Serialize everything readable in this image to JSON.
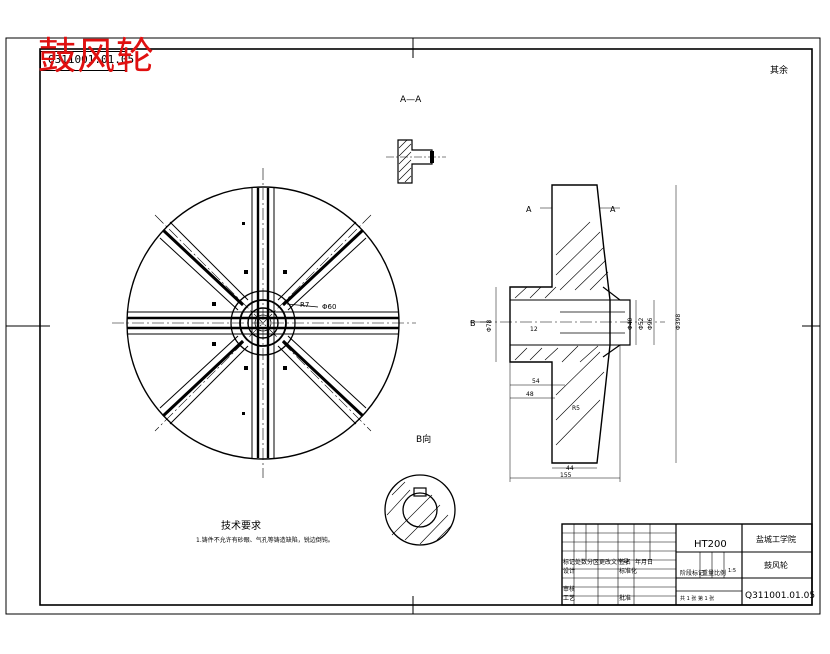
{
  "title": "鼓风轮",
  "drawing_number_top": "Q311001.01.05",
  "roughness_note": "其余",
  "view_labels": {
    "section_aa": "A—A",
    "view_b": "B向",
    "cut_a": "A",
    "cut_b": "B"
  },
  "dimensions": {
    "rib_radius": "R7",
    "wheel_bore": "Φ60",
    "hub_diameter": "Φ78",
    "bore_diameter": "Φ40",
    "bore_diameter_2": "Φ52",
    "hub_right": "Φ96",
    "outer_diameter": "Φ398",
    "keyway": "12",
    "length_54": "54",
    "length_48": "48",
    "length_44": "44",
    "length_155": "155",
    "radius_r5": "R5"
  },
  "technical_requirements": {
    "title": "技术要求",
    "note": "1.铸件不允许有砂眼、气孔等铸造缺陷，锐边倒钝。"
  },
  "title_block": {
    "material": "HT200",
    "school": "盐城工学院",
    "part_name": "鼓风轮",
    "drawing_number": "Q311001.01.05",
    "scale": "1:5",
    "sheet": "共 1 张 第 1 张",
    "labels": {
      "mark": "标记",
      "count": "处数",
      "zone": "分区",
      "change_doc": "更改文件号",
      "signature": "签名",
      "date": "年月日",
      "designer": "设计",
      "standardization": "标准化",
      "stage_mark": "阶段标记",
      "weight": "重量",
      "ratio": "比例",
      "review": "审核",
      "process": "工艺",
      "approve": "批准"
    }
  }
}
